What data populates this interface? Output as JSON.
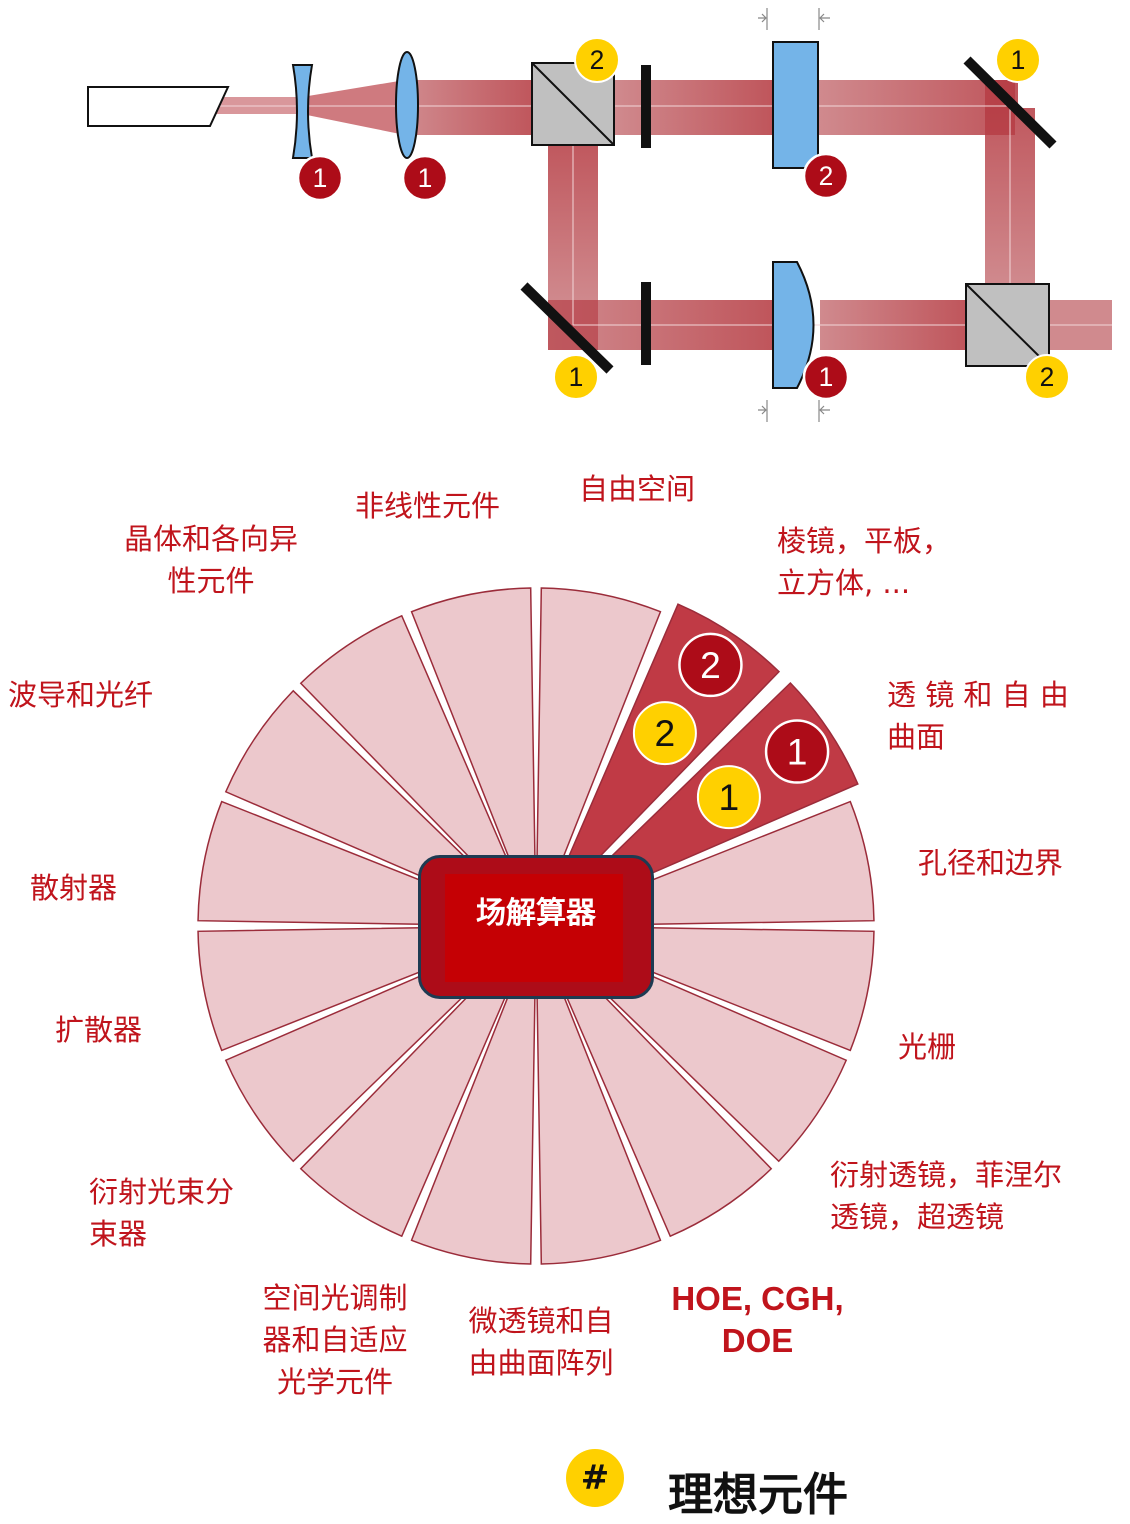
{
  "colors": {
    "accent_red": "#c0141c",
    "badge_red": "#ad0c18",
    "badge_yellow": "#ffd000",
    "lens_blue": "#74b4e8",
    "beam": "#c05a60",
    "sector_fill": "#ecc8cc",
    "highlight_sector": "#c03a45"
  },
  "optical_setup": {
    "badges": [
      {
        "label": "1",
        "type": "red"
      },
      {
        "label": "1",
        "type": "red"
      },
      {
        "label": "2",
        "type": "yellow"
      },
      {
        "label": "2",
        "type": "red"
      },
      {
        "label": "1",
        "type": "yellow"
      },
      {
        "label": "1",
        "type": "yellow"
      },
      {
        "label": "1",
        "type": "red"
      },
      {
        "label": "2",
        "type": "yellow"
      }
    ]
  },
  "wheel": {
    "center_label": "场解算器",
    "sector_count": 16,
    "highlighted_sectors": [
      {
        "index": 1,
        "badges": [
          {
            "label": "2",
            "type": "red"
          },
          {
            "label": "2",
            "type": "yellow"
          }
        ]
      },
      {
        "index": 2,
        "badges": [
          {
            "label": "1",
            "type": "red"
          },
          {
            "label": "1",
            "type": "yellow"
          }
        ]
      }
    ],
    "labels": {
      "free_space": "自由空间",
      "prisms": [
        "棱镜，平板，",
        "立方体, ..."
      ],
      "lenses": [
        "透 镜 和 自 由",
        "曲面"
      ],
      "apertures": "孔径和边界",
      "gratings": "光栅",
      "diffractive": [
        "衍射透镜，菲涅尔",
        "透镜，超透镜"
      ],
      "hoe": [
        "HOE, CGH,",
        "DOE"
      ],
      "microlens": [
        "微透镜和自",
        "由曲面阵列"
      ],
      "slm": [
        "空间光调制",
        "器和自适应",
        "光学元件"
      ],
      "beam_splitter": [
        "衍射光束分",
        "束器"
      ],
      "diffuser": "扩散器",
      "scatterer": "散射器",
      "waveguide": "波导和光纤",
      "crystal": [
        "晶体和各向异",
        "性元件"
      ],
      "nonlinear": "非线性元件"
    }
  },
  "legend": {
    "symbol": "#",
    "text": "理想元件"
  }
}
